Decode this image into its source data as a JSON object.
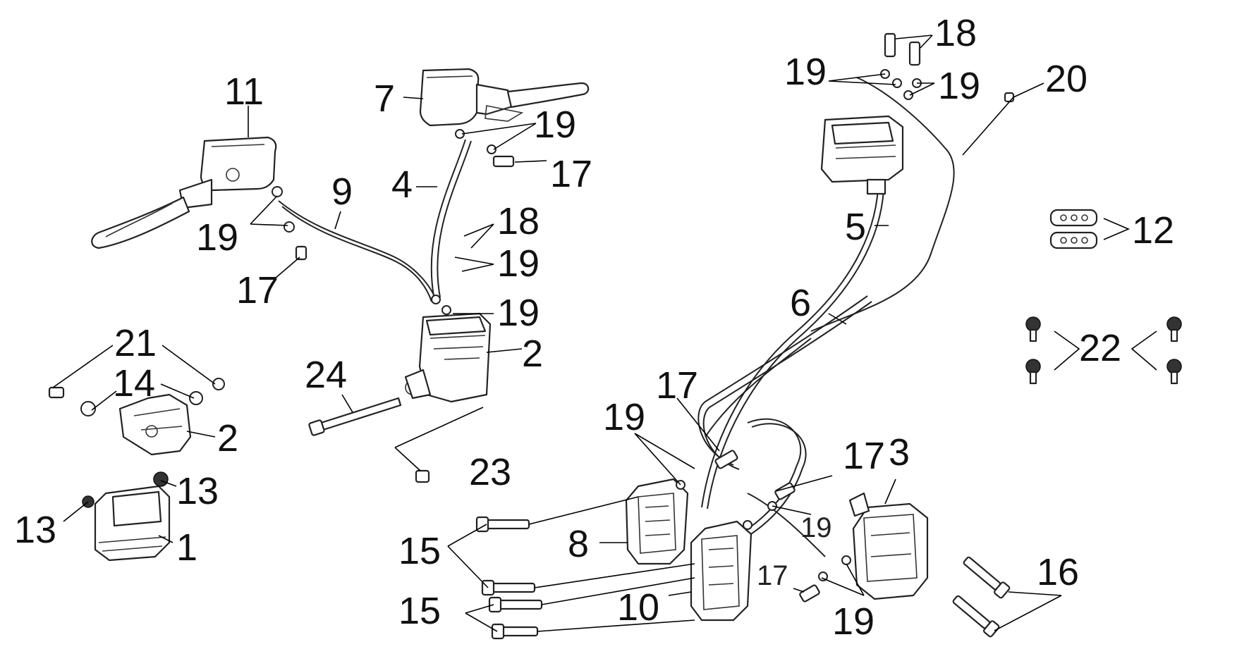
{
  "labels": {
    "l1": "1",
    "l2a": "2",
    "l2b": "2",
    "l3": "3",
    "l4": "4",
    "l5": "5",
    "l6": "6",
    "l7": "7",
    "l8": "8",
    "l9": "9",
    "l10": "10",
    "l11": "11",
    "l12": "12",
    "l13a": "13",
    "l13b": "13",
    "l14": "14",
    "l15a": "15",
    "l15b": "15",
    "l16": "16",
    "l17a": "17",
    "l17b": "17",
    "l17c": "17",
    "l17d": "17",
    "l17e": "17",
    "l18a": "18",
    "l18b": "18",
    "l19a": "19",
    "l19b": "19",
    "l19c": "19",
    "l19d": "19",
    "l19e": "19",
    "l19f": "19",
    "l19g": "19",
    "l19h": "19",
    "l19i": "19",
    "l20": "20",
    "l21": "21",
    "l22": "22",
    "l23": "23",
    "l24": "24"
  },
  "colors": {
    "line": "#222222",
    "background": "#ffffff"
  }
}
